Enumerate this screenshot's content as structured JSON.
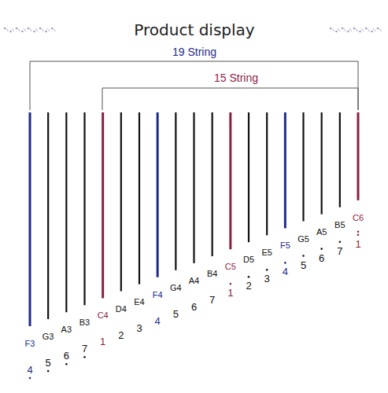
{
  "diagram": {
    "title": "Product display",
    "labels": [
      "19 String",
      "15 String",
      "F3",
      "G3",
      "A3",
      "B3",
      "C4",
      "D4",
      "E4",
      "F4",
      "G4",
      "A4",
      "B4",
      "C5",
      "D5",
      "E5",
      "F5",
      "G5",
      "A5",
      "B5",
      "C6",
      "4",
      "5",
      "6",
      "7",
      "1",
      "2",
      "3",
      "4",
      "5",
      "6",
      "7",
      "1",
      "2",
      "3",
      "4",
      "5",
      "6",
      "7",
      "1"
    ]
  }
}
